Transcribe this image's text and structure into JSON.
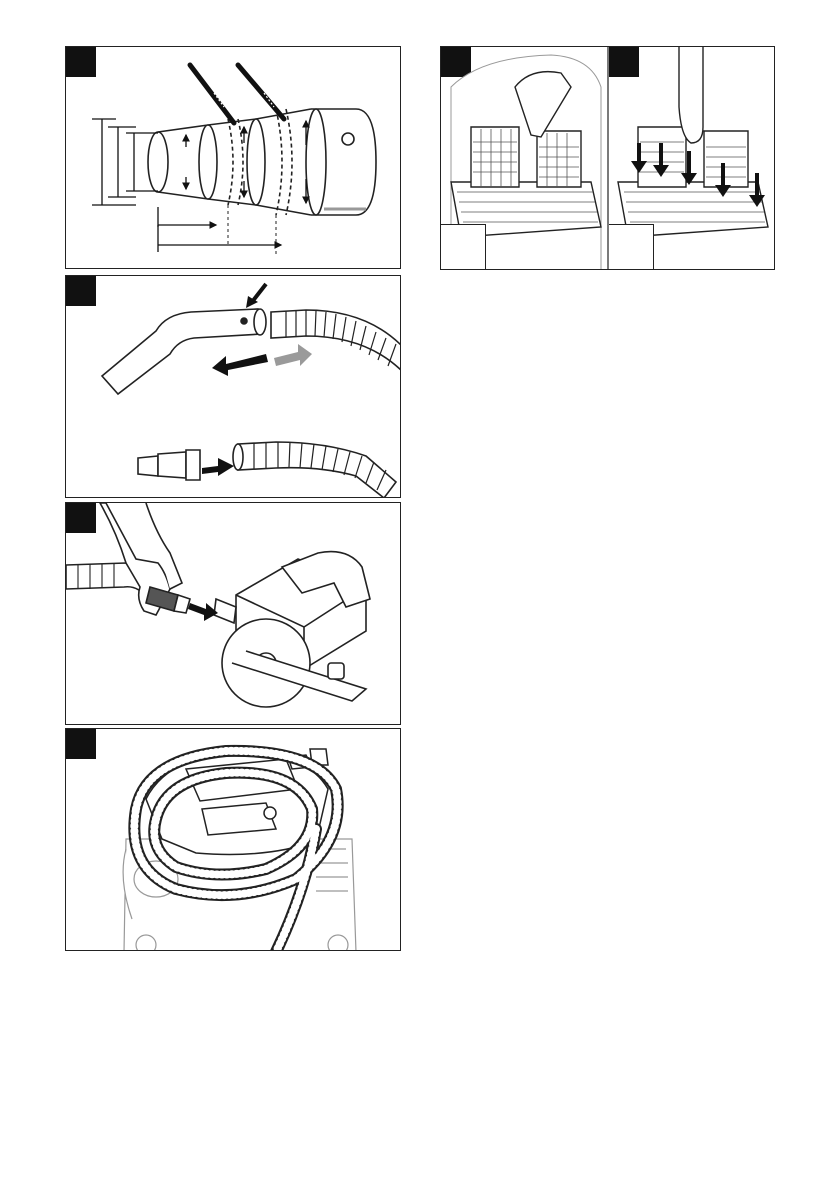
{
  "page": {
    "background": "#ffffff",
    "line_color": "#222222",
    "tag_color": "#111111",
    "grey_arrow": "#9a9a9a"
  },
  "figures": [
    {
      "id": "figure-1",
      "label": "",
      "subject": "hose-diameter-adapter"
    },
    {
      "id": "figure-2",
      "label": "",
      "subject": "hose-handle-connection"
    },
    {
      "id": "figure-3",
      "label": "",
      "subject": "power-tool-connection"
    },
    {
      "id": "figure-4",
      "label": "",
      "subject": "hose-storage"
    },
    {
      "id": "figure-5",
      "label": "",
      "subject": "filter-insertion"
    }
  ]
}
